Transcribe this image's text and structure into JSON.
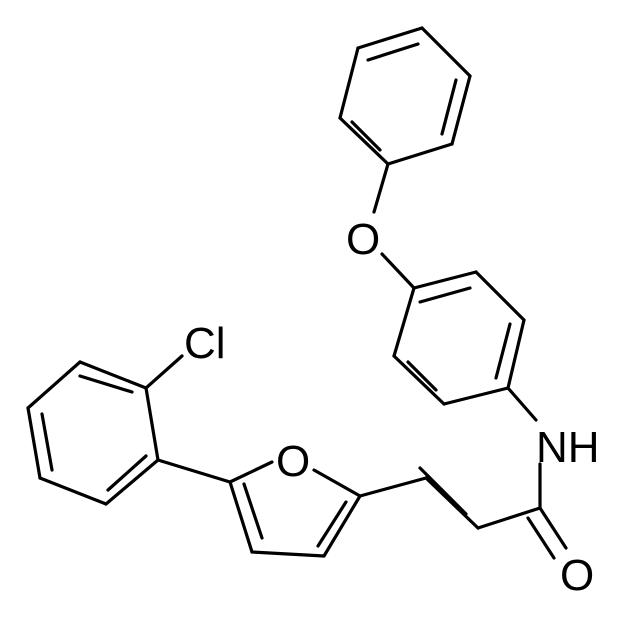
{
  "molecule": {
    "atom_labels": {
      "chlorine": "Cl",
      "furan_oxygen": "O",
      "ether_oxygen": "O",
      "amide_nitrogen": "NH",
      "carbonyl_oxygen": "O"
    }
  }
}
